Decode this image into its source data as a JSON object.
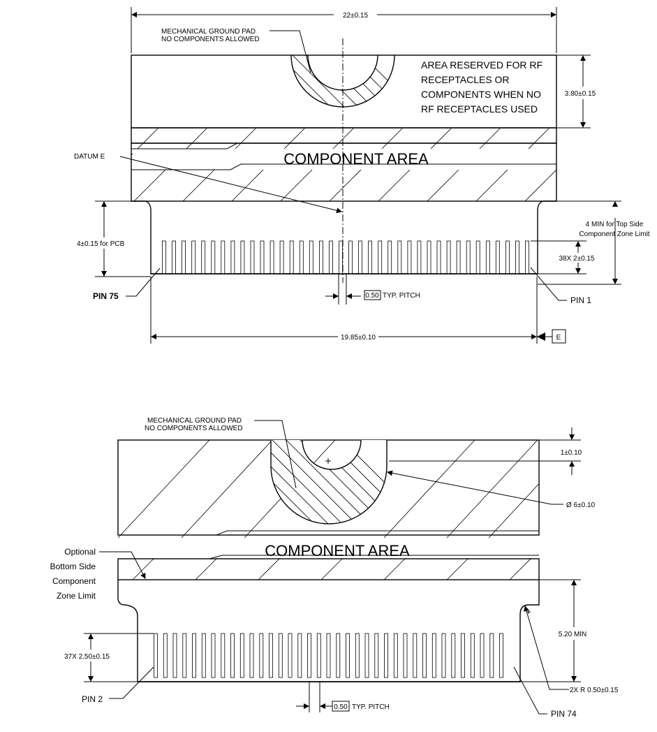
{
  "top_view": {
    "width_dim": "22±0.15",
    "ground_pad_note": [
      "MECHANICAL GROUND PAD",
      "NO COMPONENTS ALLOWED"
    ],
    "rf_note": [
      "AREA RESERVED FOR RF",
      "RECEPTACLES OR",
      "COMPONENTS WHEN NO",
      "RF RECEPTACLES USED"
    ],
    "rf_height_dim": "3.80±0.15",
    "component_area": "COMPONENT AREA",
    "datum_label": "DATUM E",
    "pcb_dim": "4±0.15 for PCB",
    "zone_limit_note": [
      "4 MIN for Top Side",
      "Component Zone Limit"
    ],
    "pin_length_dim": "38X 2±0.15",
    "pin_left": "PIN 75",
    "pin_right": "PIN 1",
    "pitch_box": "0.50",
    "pitch_text": "TYP. PITCH",
    "pins_width_dim": "19.85±0.10",
    "datum_box": "E"
  },
  "bottom_view": {
    "ground_pad_note": [
      "MECHANICAL GROUND PAD",
      "NO COMPONENTS ALLOWED"
    ],
    "pad_offset_dim": "1±0.10",
    "diameter_dim": "Ø 6±0.10",
    "component_area": "COMPONENT AREA",
    "optional_note": [
      "Optional",
      "Bottom Side",
      "Component",
      "Zone Limit"
    ],
    "min_dim": "5.20 MIN",
    "pin_length_dim": "37X 2.50±0.15",
    "radius_dim": "2X R 0.50±0.15",
    "pin_left": "PIN 2",
    "pin_right": "PIN 74",
    "pitch_box": "0.50",
    "pitch_text": "TYP. PITCH"
  }
}
